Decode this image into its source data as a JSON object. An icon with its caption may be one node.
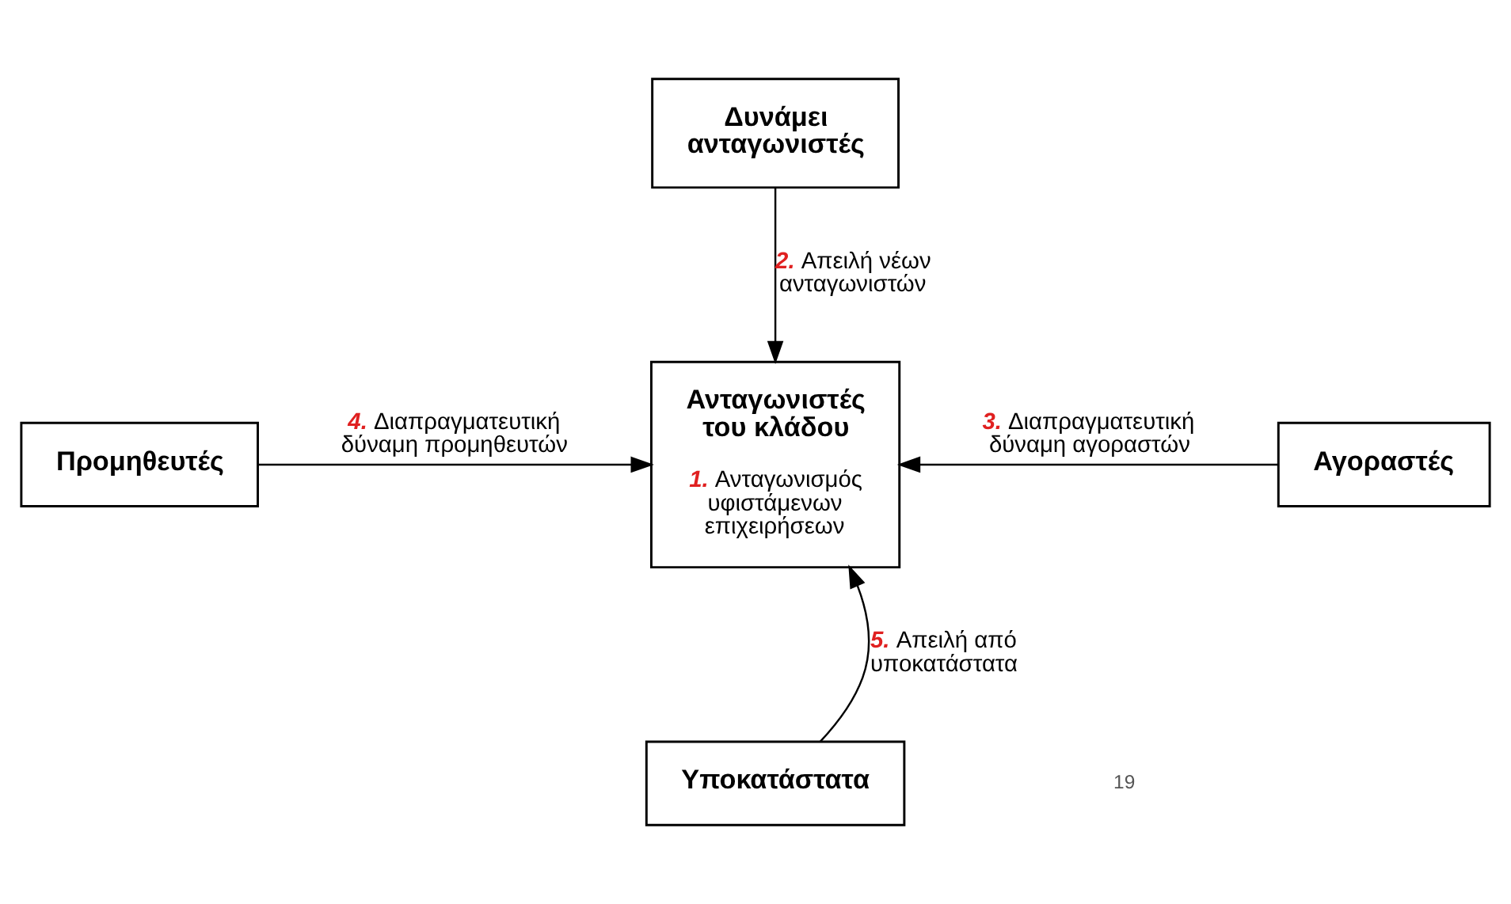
{
  "diagram": {
    "nodes": [
      {
        "text": [
          "Δυνάμει ανταγωνιστές"
        ]
      },
      {
        "text": [
          "Ανταγωνιστές του κλάδου",
          "1. Ανταγωνισμός υφιστάμενων επιχειρήσεων"
        ]
      },
      {
        "text": [
          "Προμηθευτές"
        ]
      },
      {
        "text": [
          "Αγοραστές"
        ]
      },
      {
        "text": [
          "Υποκατάστατα"
        ]
      }
    ],
    "edges": [
      {
        "from": 0,
        "to": 1,
        "arrow": "to",
        "label": "2. Απειλή νέων ανταγωνιστών"
      },
      {
        "from": 2,
        "to": 1,
        "arrow": "to",
        "label": "4. Διαπραγματευτική δύναμη προμηθευτών"
      },
      {
        "from": 3,
        "to": 1,
        "arrow": "to",
        "label": "3. Διαπραγματευτική δύναμη αγοραστών"
      },
      {
        "from": 4,
        "to": 1,
        "arrow": "to",
        "label": "5. Απειλή από υποκατάστατα"
      }
    ],
    "labels": [
      "19"
    ]
  }
}
